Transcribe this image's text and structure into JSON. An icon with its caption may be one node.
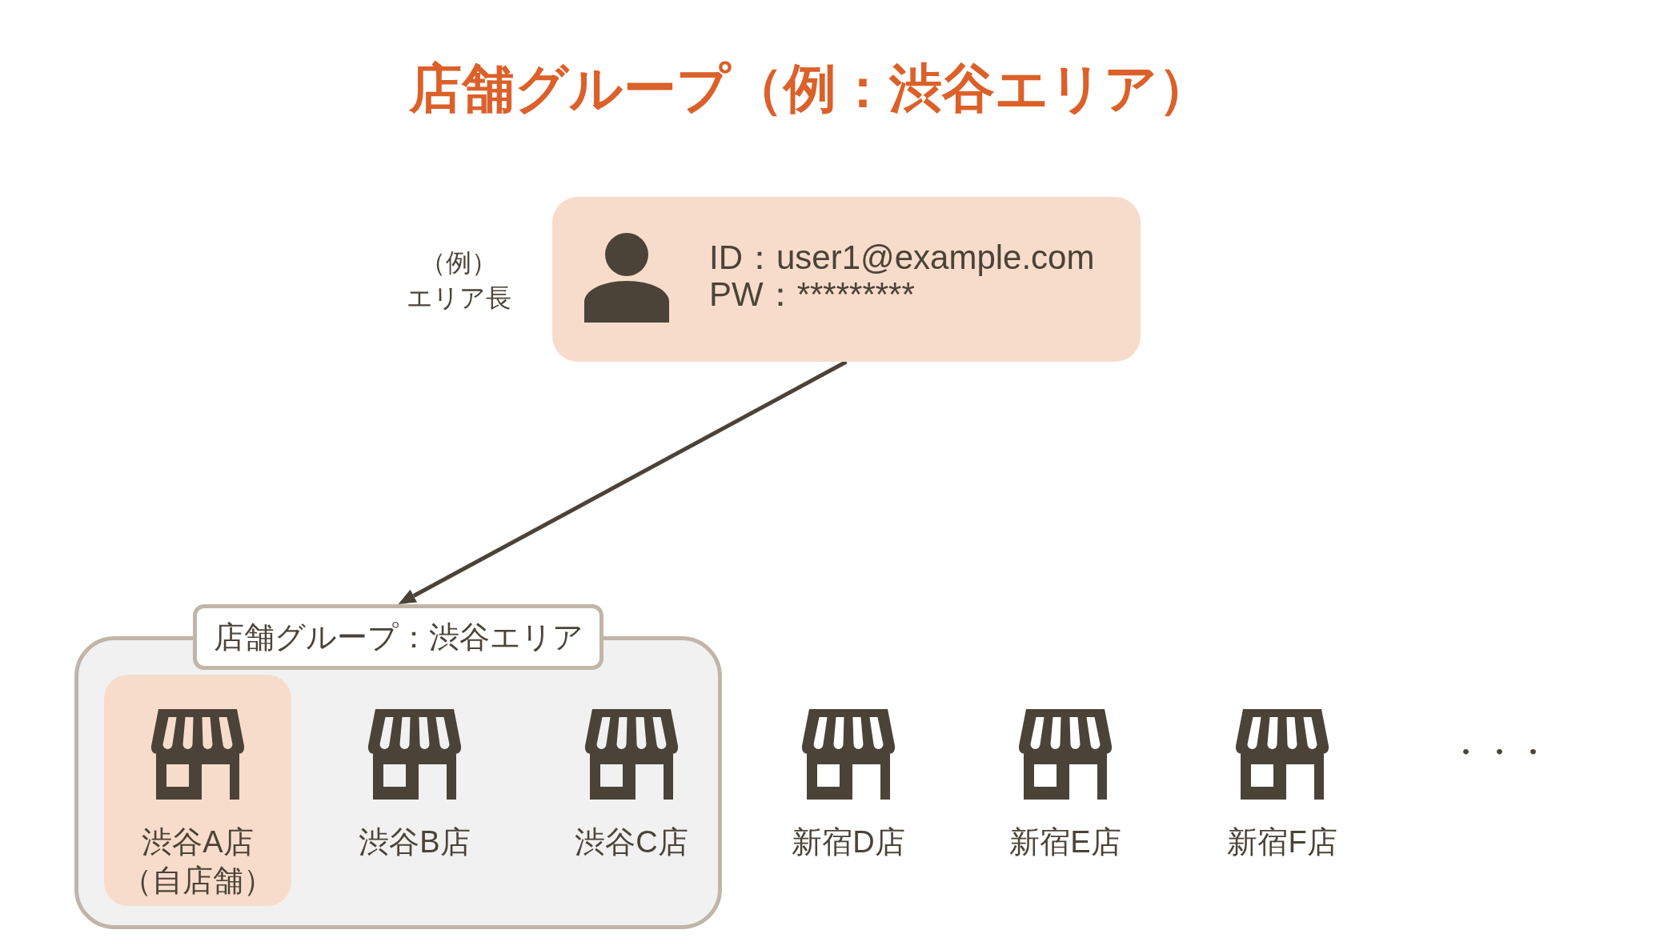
{
  "diagram": {
    "title": "店舗グループ（例：渋谷エリア）",
    "nodes": [
      {
        "text": [
          "ID：user1@example.com",
          "PW：*********"
        ],
        "beside": [
          "（例）エリア長"
        ]
      },
      {
        "text": [
          "店舗グループ：渋谷エリア"
        ]
      },
      {
        "text": [],
        "shape": "box"
      },
      {
        "text": [
          "渋谷A店（自店舗）"
        ],
        "in": 2
      },
      {
        "text": [
          "渋谷B店"
        ],
        "in": 2
      },
      {
        "text": [
          "渋谷C店"
        ],
        "in": 2
      },
      {
        "text": [
          "新宿D店"
        ]
      },
      {
        "text": [
          "新宿E店"
        ]
      },
      {
        "text": [
          "新宿F店"
        ]
      }
    ],
    "edges": [
      {
        "from": 0,
        "to": 1,
        "arrow": "to"
      }
    ],
    "labels": [
      "・・・"
    ]
  }
}
